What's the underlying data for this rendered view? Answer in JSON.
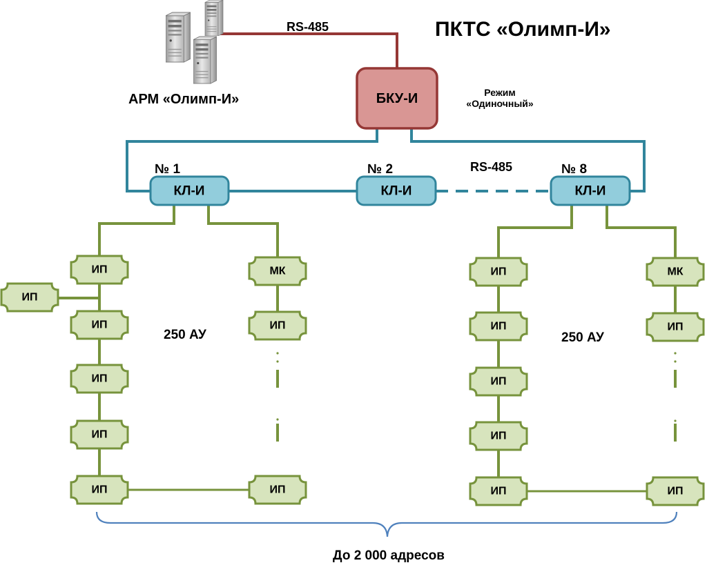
{
  "title": "ПКТС «Олимп-И»",
  "arm_label": "АРМ «Олимп-И»",
  "bus_top_label": "RS-485",
  "bus_mid_label": "RS-485",
  "bku": {
    "label": "БКУ-И"
  },
  "mode_label": {
    "line1": "Режим",
    "line2": "«Одиночный»"
  },
  "loops": {
    "kl1": {
      "number": "№ 1",
      "label": "КЛ-И"
    },
    "kl2": {
      "number": "№ 2",
      "label": "КЛ-И"
    },
    "kl8": {
      "number": "№ 8",
      "label": "КЛ-И"
    }
  },
  "device_labels": {
    "ip": "ИП",
    "mk": "МК"
  },
  "left_branch": {
    "au_count": "250 АУ"
  },
  "right_branch": {
    "au_count": "250 АУ"
  },
  "footer": "До 2 000 адресов",
  "colors": {
    "kl_fill": "#92cddc",
    "kl_stroke": "#31859c",
    "bku_fill": "#d99694",
    "bku_stroke": "#953735",
    "ip_fill": "#d7e4bd",
    "ip_stroke": "#77933c",
    "red_line": "#953735",
    "teal_line": "#31859c",
    "green_line": "#77933c",
    "brace": "#4f81bd"
  }
}
